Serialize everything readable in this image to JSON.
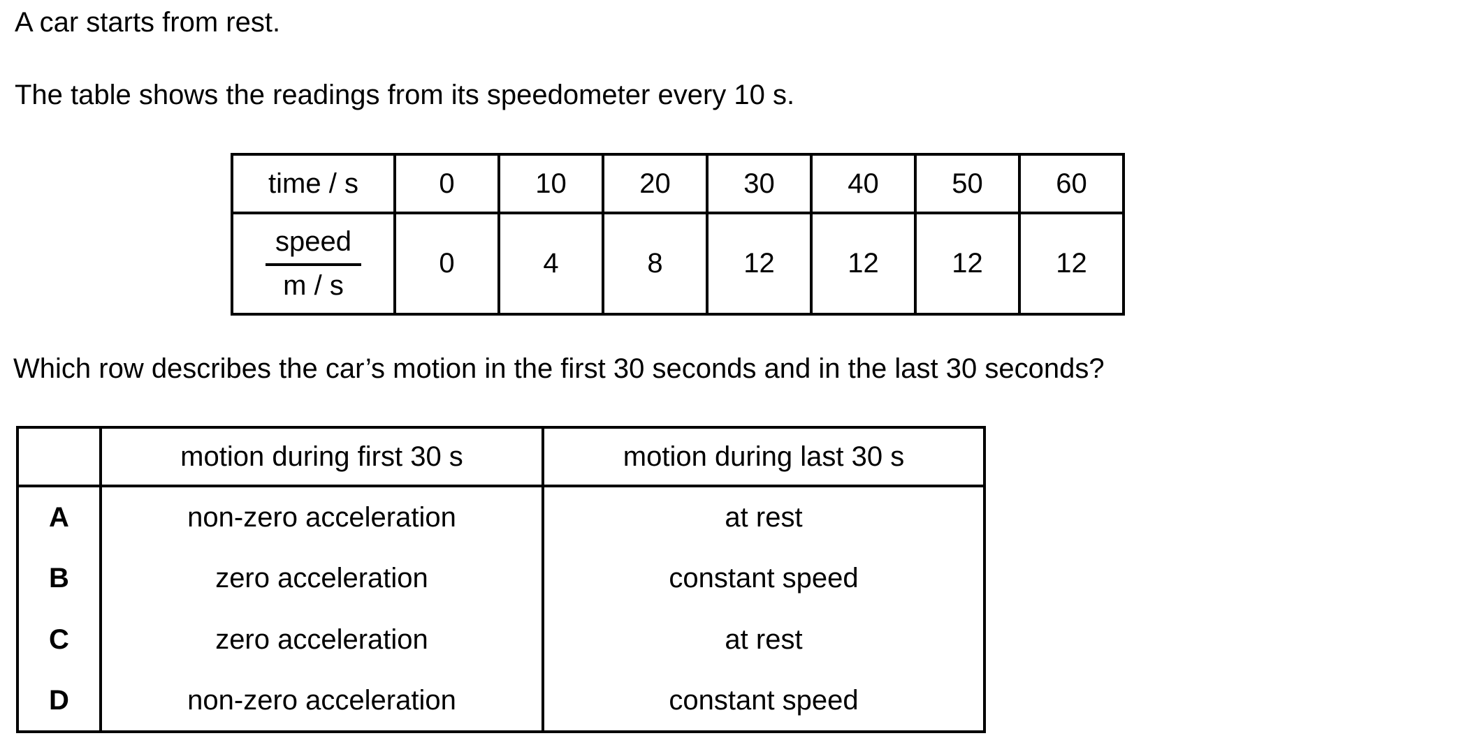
{
  "question": {
    "line1": "A car starts from rest.",
    "line2": "The table shows the readings from its speedometer every 10 s.",
    "prompt": "Which row describes the car’s motion in the first 30 seconds and in the last 30 seconds?"
  },
  "speed_table": {
    "time_label": "time / s",
    "speed_label_top": "speed",
    "speed_label_bottom": "m / s",
    "times": [
      "0",
      "10",
      "20",
      "30",
      "40",
      "50",
      "60"
    ],
    "speeds": [
      "0",
      "4",
      "8",
      "12",
      "12",
      "12",
      "12"
    ]
  },
  "options_table": {
    "header_blank": "",
    "header_first": "motion during first 30 s",
    "header_last": "motion during last 30 s",
    "rows": [
      {
        "letter": "A",
        "first": "non-zero acceleration",
        "last": "at rest"
      },
      {
        "letter": "B",
        "first": "zero acceleration",
        "last": "constant speed"
      },
      {
        "letter": "C",
        "first": "zero acceleration",
        "last": "at rest"
      },
      {
        "letter": "D",
        "first": "non-zero acceleration",
        "last": "constant speed"
      }
    ]
  },
  "colors": {
    "text": "#000000",
    "background": "#ffffff",
    "border": "#000000"
  }
}
